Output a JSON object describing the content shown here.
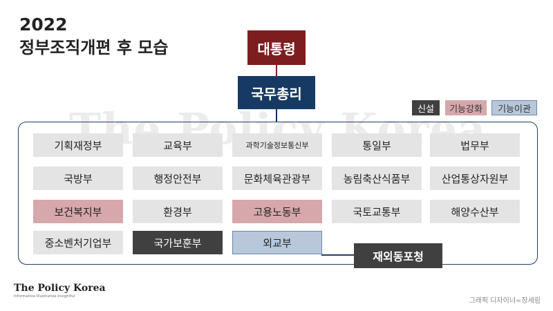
{
  "title": {
    "year": "2022",
    "main": "정부조직개편 후 모습"
  },
  "watermark": "The Policy Korea",
  "top": {
    "president": "대통령",
    "prime_minister": "국무총리"
  },
  "legend": {
    "new": "신설",
    "strengthened": "기능강화",
    "transferred": "기능이관"
  },
  "colors": {
    "president": "#7d1d1f",
    "prime_minister": "#163a63",
    "ministry_default": "#e4e4e4",
    "ministry_new": "#404040",
    "ministry_strengthened": "#d6a8ab",
    "ministry_transferred": "#b8c7da",
    "frame": "#1f3d66"
  },
  "ministries": [
    {
      "name": "기획재정부",
      "status": "default"
    },
    {
      "name": "교육부",
      "status": "default"
    },
    {
      "name": "과학기술정보통신부",
      "status": "default"
    },
    {
      "name": "통일부",
      "status": "default"
    },
    {
      "name": "법무부",
      "status": "default"
    },
    {
      "name": "국방부",
      "status": "default"
    },
    {
      "name": "행정안전부",
      "status": "default"
    },
    {
      "name": "문화체육관광부",
      "status": "default"
    },
    {
      "name": "농림축산식품부",
      "status": "default"
    },
    {
      "name": "산업통상자원부",
      "status": "default"
    },
    {
      "name": "보건복지부",
      "status": "strengthened"
    },
    {
      "name": "환경부",
      "status": "default"
    },
    {
      "name": "고용노동부",
      "status": "strengthened"
    },
    {
      "name": "국토교통부",
      "status": "default"
    },
    {
      "name": "해양수산부",
      "status": "default"
    },
    {
      "name": "중소벤처기업부",
      "status": "default"
    },
    {
      "name": "국가보훈부",
      "status": "new"
    },
    {
      "name": "외교부",
      "status": "transferred"
    }
  ],
  "overseas_agency": "재외동포청",
  "logo": {
    "name": "The Policy Korea",
    "tagline": "Informative·Illustrative·Insightful"
  },
  "credit": "그래픽 디자이너=장세림"
}
